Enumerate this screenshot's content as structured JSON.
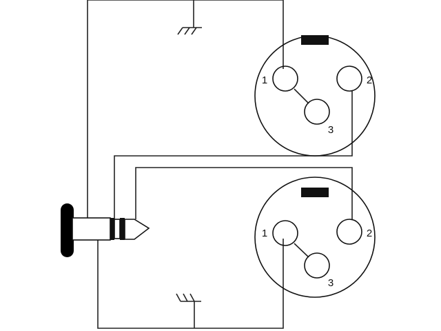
{
  "colors": {
    "line": "#222222",
    "key_bar": "#111111",
    "plug_body": "#000000",
    "background": "#ffffff"
  },
  "connectors": [
    {
      "name": "xlr-top",
      "pins": [
        {
          "label": "1"
        },
        {
          "label": "2"
        },
        {
          "label": "3"
        }
      ]
    },
    {
      "name": "xlr-bottom",
      "pins": [
        {
          "label": "1"
        },
        {
          "label": "2"
        },
        {
          "label": "3"
        }
      ]
    }
  ],
  "symbols": [
    "chassis-ground-icon",
    "chassis-ground-icon",
    "trs-plug-icon"
  ]
}
